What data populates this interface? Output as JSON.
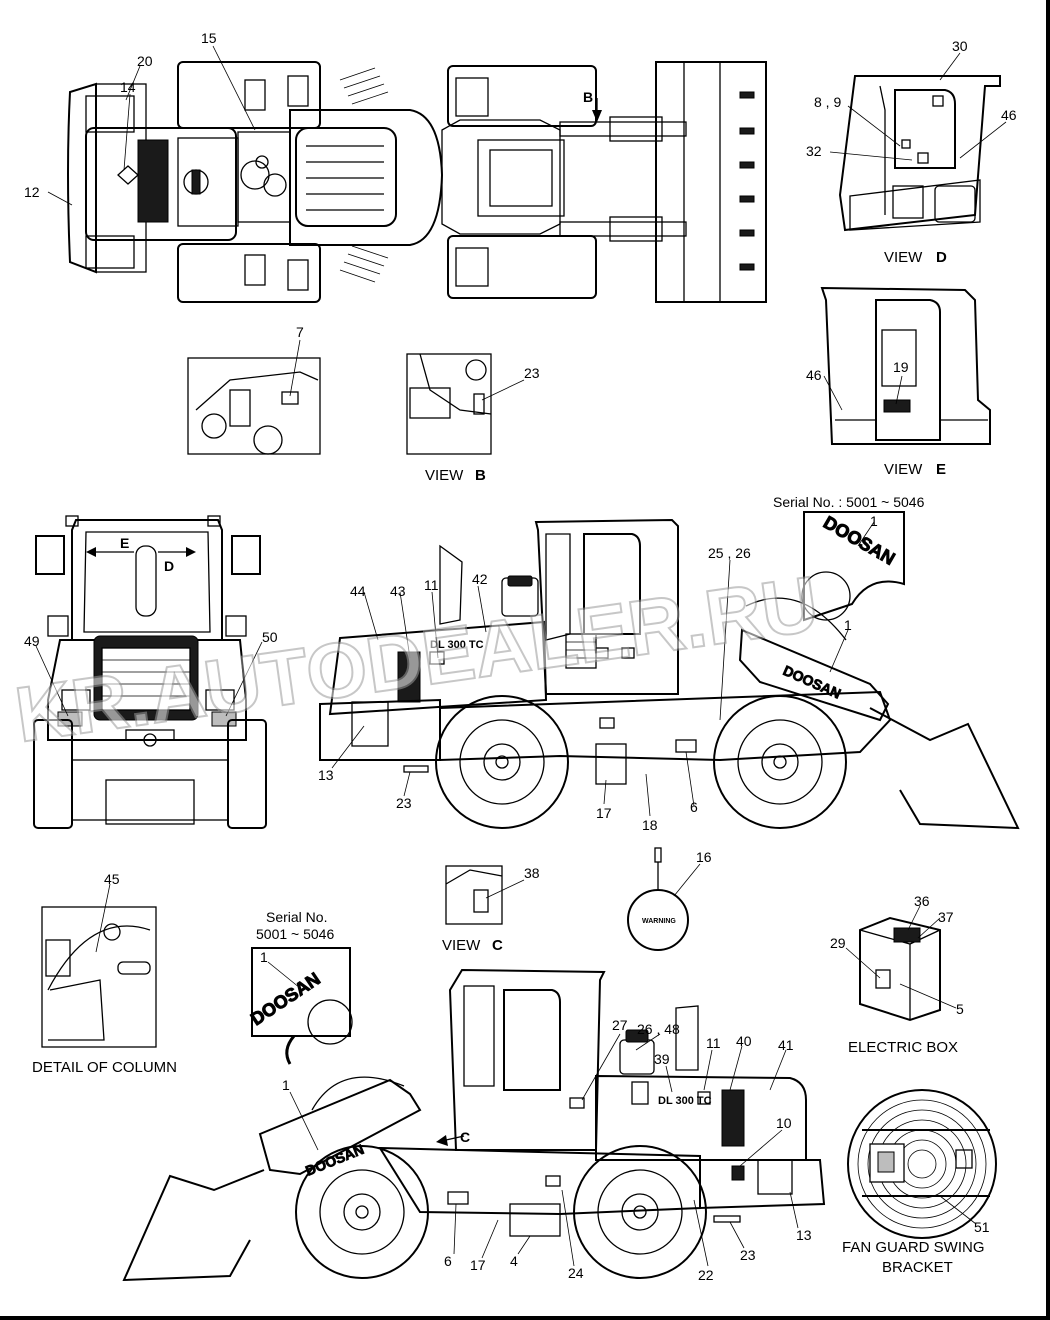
{
  "watermark": "KR.AUTODEALER.RU",
  "top_view": {
    "callouts": {
      "c15": "15",
      "c20": "20",
      "c14": "14",
      "c12": "12",
      "cB": "B"
    }
  },
  "view_d": {
    "caption": "VIEW",
    "letter": "D",
    "callouts": {
      "c30": "30",
      "c89": "8 , 9",
      "c46": "46",
      "c32": "32"
    }
  },
  "view_e": {
    "caption": "VIEW",
    "letter": "E",
    "callouts": {
      "c46": "46",
      "c19": "19"
    }
  },
  "detail_7": {
    "callout": "7"
  },
  "view_b": {
    "caption": "VIEW",
    "letter": "B",
    "callout": "23"
  },
  "front_view": {
    "callouts": {
      "cE": "E",
      "cD": "D",
      "c49": "49",
      "c50": "50"
    }
  },
  "right_side": {
    "serial": "Serial No. : 5001 ~ 5046",
    "brand": "DOOSAN",
    "model": "DL 300 TC",
    "callouts": {
      "c1a": "1",
      "c1b": "1",
      "c44": "44",
      "c43": "43",
      "c11": "11",
      "c42": "42",
      "c2526": "25 , 26",
      "c13": "13",
      "c23": "23",
      "c17": "17",
      "c18": "18",
      "c6": "6"
    }
  },
  "view_c": {
    "caption": "VIEW",
    "letter": "C",
    "callout": "38"
  },
  "hang_tag": {
    "callout": "16",
    "text": "WARNING"
  },
  "column_detail": {
    "caption": "DETAIL OF COLUMN",
    "callout": "45"
  },
  "electric_box": {
    "caption": "ELECTRIC BOX",
    "callouts": {
      "c36": "36",
      "c37": "37",
      "c29": "29",
      "c5": "5"
    }
  },
  "left_side": {
    "serial_line1": "Serial No.",
    "serial_line2": "5001 ~ 5046",
    "brand": "DOOSAN",
    "model": "DL 300 TC",
    "callouts": {
      "c1a": "1",
      "c1b": "1",
      "c27": "27",
      "c2648": "26 , 48",
      "c39": "39",
      "c11": "11",
      "c40": "40",
      "c41": "41",
      "c10": "10",
      "cC": "C",
      "c6": "6",
      "c17": "17",
      "c4": "4",
      "c24": "24",
      "c22": "22",
      "c23": "23",
      "c13": "13"
    }
  },
  "fan_guard": {
    "caption_line1": "FAN GUARD SWING",
    "caption_line2": "BRACKET",
    "callout": "51"
  }
}
